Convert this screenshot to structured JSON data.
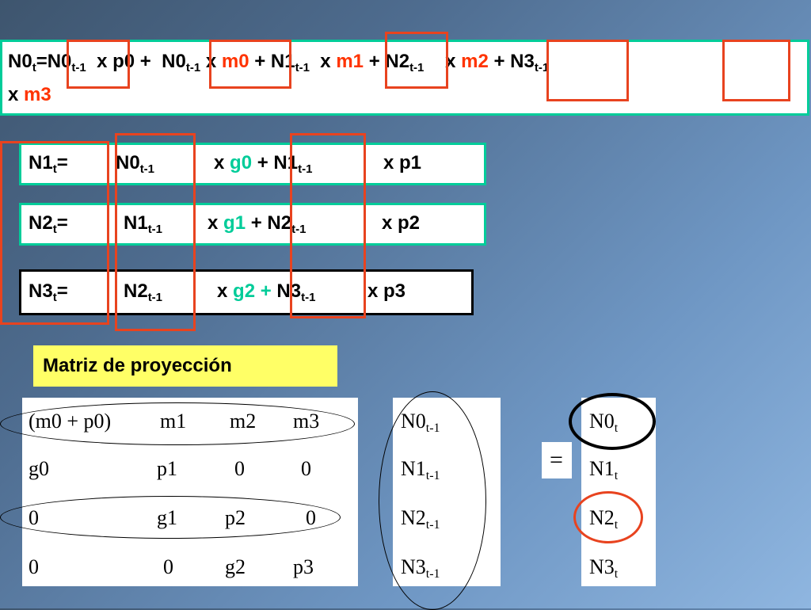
{
  "eq0": {
    "lhs_base": "N0",
    "lhs_sub": "t",
    "eq": "=",
    "a_base": "N0",
    "a_sub": "t-1",
    "a_op": "x p0 +",
    "b_base": "N0",
    "b_sub": "t-1",
    "b_op": "x",
    "m0": "m0",
    "plus1": "+",
    "c_base": "N1",
    "c_sub": "t-1",
    "c_op": "x",
    "m1": "m1",
    "plus2": "+",
    "d_base": "N2",
    "d_sub": "t-1",
    "d_op": "x",
    "m2": "m2",
    "plus3": "+",
    "e_base": "N3",
    "e_sub": "t-1",
    "line2_x": "x",
    "m3": "m3"
  },
  "eq1": {
    "lhs_base": "N1",
    "lhs_sub": "t",
    "eq": "=",
    "a_base": "N0",
    "a_sub": "t-1",
    "op_x": "x",
    "coef": "g0",
    "plus": "+",
    "b_base": "N1",
    "b_sub": "t-1",
    "tail": "x p1"
  },
  "eq2": {
    "lhs_base": "N2",
    "lhs_sub": "t",
    "eq": "=",
    "a_base": "N1",
    "a_sub": "t-1",
    "op_x": "x",
    "coef": "g1",
    "plus": "+",
    "b_base": "N2",
    "b_sub": "t-1",
    "tail": "x p2"
  },
  "eq3": {
    "lhs_base": "N3",
    "lhs_sub": "t",
    "eq": "=",
    "a_base": "N2",
    "a_sub": "t-1",
    "op_x": "x",
    "coef": "g2",
    "plus": "+",
    "b_base": "N3",
    "b_sub": "t-1",
    "tail": "x p3"
  },
  "title": "Matriz de proyección",
  "matrix": [
    [
      "(m0 + p0)",
      "m1",
      "m2",
      "m3"
    ],
    [
      "g0",
      "p1",
      "0",
      "0"
    ],
    [
      "0",
      "g1",
      "p2",
      "0"
    ],
    [
      "0",
      "0",
      "g2",
      "p3"
    ]
  ],
  "vector_in": [
    {
      "base": "N0",
      "sub": "t-1"
    },
    {
      "base": "N1",
      "sub": "t-1"
    },
    {
      "base": "N2",
      "sub": "t-1"
    },
    {
      "base": "N3",
      "sub": "t-1"
    }
  ],
  "equals": "=",
  "vector_out": [
    {
      "base": "N0",
      "sub": "t"
    },
    {
      "base": "N1",
      "sub": "t"
    },
    {
      "base": "N2",
      "sub": "t"
    },
    {
      "base": "N3",
      "sub": "t"
    }
  ],
  "colors": {
    "highlight": "#e8431f",
    "coef_red": "#ff3300",
    "coef_green": "#00cc99",
    "title_bg": "#ffff66",
    "box_border": "#00cc99"
  }
}
